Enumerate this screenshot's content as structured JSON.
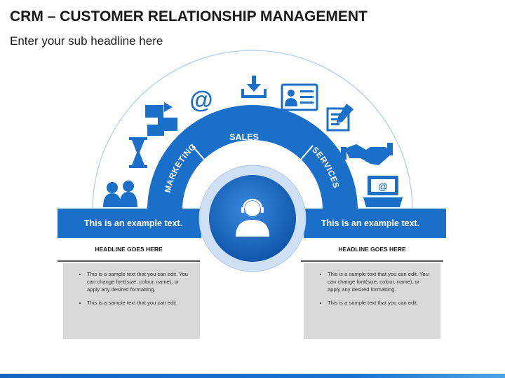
{
  "title": "CRM – CUSTOMER RELATIONSHIP MANAGEMENT",
  "subtitle": "Enter your sub headline here",
  "segments": {
    "left": "MARKETING",
    "center": "SALES",
    "right": "SERVICES"
  },
  "icons": [
    "people-icon",
    "hourglass-icon",
    "email-arrows-icon",
    "at-sign-icon",
    "download-icon",
    "id-card-icon",
    "form-pen-icon",
    "handshake-icon",
    "laptop-email-icon",
    "customer-support-icon"
  ],
  "left_panel": {
    "banner_text": "This is an example text.",
    "headline": "HEADLINE GOES HERE",
    "bullets": [
      "This is a sample text that you can edit. You can change font(size, colour, name), or apply any desired formatting.",
      "This is a sample text that you can edit."
    ]
  },
  "right_panel": {
    "banner_text": "This is an example text.",
    "headline": "HEADLINE GOES HERE",
    "bullets": [
      "This is a sample text that you can edit. You can change font(size, colour, name), or apply any desired formatting.",
      "This is a sample text that you can edit."
    ]
  },
  "colors": {
    "primary": "#1a6fc9",
    "dark": "#0d4f9c",
    "light": "#cfe0f5",
    "gray": "#d9d9d9"
  }
}
